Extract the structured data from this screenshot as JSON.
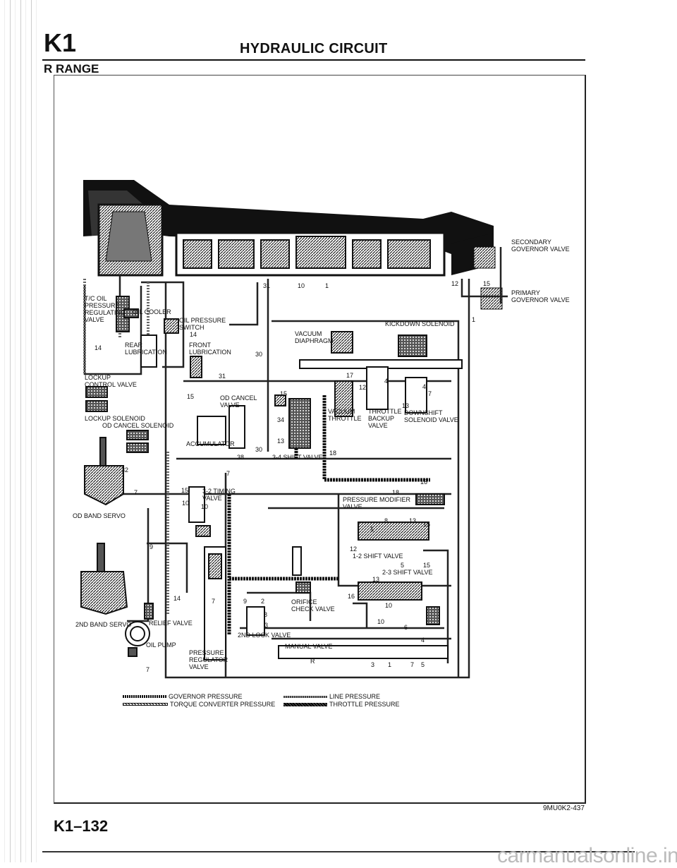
{
  "header": {
    "section": "K1",
    "title": "HYDRAULIC CIRCUIT",
    "subtitle": "R RANGE"
  },
  "footer": {
    "figure_id": "9MU0K2-437",
    "page_number": "K1–132",
    "watermark": "carmanualsonline.info"
  },
  "labels": {
    "secondary_governor": "SECONDARY\nGOVERNOR VALVE",
    "primary_governor": "PRIMARY\nGOVERNOR VALVE",
    "tc_oil": "T/C OIL\nPRESSURE\nREGULATING\nVALVE",
    "oil_cooler": "OIL COOLER",
    "oil_pressure_switch": "OIL PRESSURE\nSWITCH",
    "rear_lub": "REAR\nLUBRICATION",
    "front_lub": "FRONT\nLUBRICATION",
    "lockup_control": "LOCKUP\nCONTROL VALVE",
    "lockup_solenoid": "LOCKUP SOLENOID",
    "od_cancel_solenoid": "OD CANCEL SOLENOID",
    "od_cancel_valve": "OD CANCEL\nVALVE",
    "accumulator": "ACCUMULATOR",
    "vacuum_diaphragm": "VACUUM\nDIAPHRAGM",
    "kickdown_solenoid": "KICKDOWN SOLENOID",
    "vacuum_throttle": "VACUUM\nTHROTTLE",
    "throttle_backup": "THROTTLE\nBACKUP\nVALVE",
    "downshift_solenoid": "DOWNSHIFT\nSOLENOID VALVE",
    "shift_34": "3-4 SHIFT VALVE",
    "pressure_modifier": "PRESSURE MODIFIER\nVALVE",
    "shift_12": "1-2 SHIFT VALVE",
    "shift_23": "2-3 SHIFT VALVE",
    "od_band_servo": "OD BAND SERVO",
    "timing_32": "3-2 TIMING\nVALVE",
    "band_2nd_servo": "2ND BAND SERVO",
    "relief_valve": "RELIEF VALVE",
    "oil_pump": "OIL PUMP",
    "pressure_regulator": "PRESSURE\nREGULATOR\nVALVE",
    "orifice_check": "ORIFICE\nCHECK VALVE",
    "lock_2nd": "2ND LOCK VALVE",
    "manual_valve": "MANUAL VALVE",
    "manual_r": "R"
  },
  "port_numbers": [
    "31",
    "10",
    "1",
    "12",
    "15",
    "1",
    "14",
    "14",
    "30",
    "31",
    "15",
    "30",
    "38",
    "34",
    "13",
    "17",
    "12",
    "4",
    "4",
    "7",
    "13",
    "15",
    "18",
    "16",
    "32",
    "7",
    "7",
    "15",
    "10",
    "10",
    "18",
    "8",
    "13",
    "15",
    "1",
    "12",
    "5",
    "15",
    "13",
    "16",
    "10",
    "10",
    "6",
    "4",
    "3",
    "1",
    "7",
    "5",
    "9",
    "14",
    "7",
    "9",
    "2",
    "8",
    "3",
    "7"
  ],
  "legend": [
    {
      "label": "GOVERNOR PRESSURE",
      "pattern": "governor"
    },
    {
      "label": "TORQUE CONVERTER PRESSURE",
      "pattern": "torque"
    },
    {
      "label": "LINE PRESSURE",
      "pattern": "line"
    },
    {
      "label": "THROTTLE PRESSURE",
      "pattern": "throttle"
    }
  ]
}
